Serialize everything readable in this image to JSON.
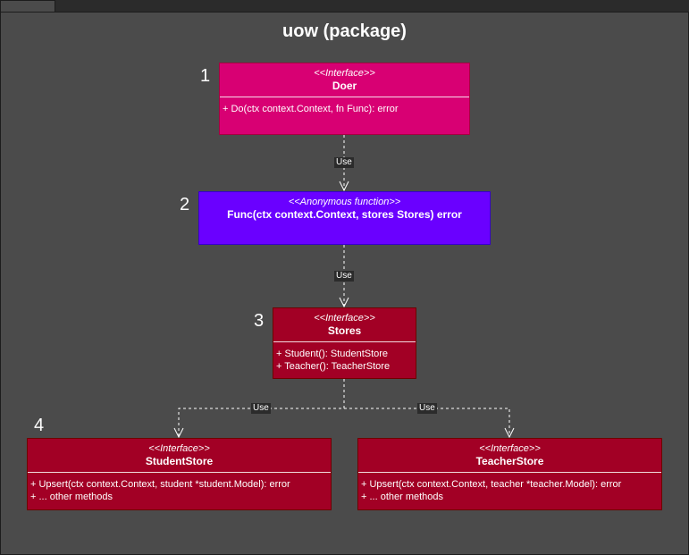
{
  "package": {
    "title": "uow (package)"
  },
  "numbers": [
    "1",
    "2",
    "3",
    "4"
  ],
  "doer": {
    "stereotype": "<<Interface>>",
    "name": "Doer",
    "members": [
      "+ Do(ctx context.Context, fn Func): error"
    ],
    "color": "#d80073"
  },
  "func": {
    "stereotype": "<<Anonymous function>>",
    "name": "Func(ctx context.Context, stores Stores) error",
    "color": "#6a00ff"
  },
  "stores": {
    "stereotype": "<<Interface>>",
    "name": "Stores",
    "members": [
      "+ Student(): StudentStore",
      "+ Teacher(): TeacherStore"
    ],
    "color": "#a20025"
  },
  "student_store": {
    "stereotype": "<<Interface>>",
    "name": "StudentStore",
    "members": [
      "+ Upsert(ctx context.Context, student *student.Model): error",
      "+ ... other methods"
    ],
    "color": "#a20025"
  },
  "teacher_store": {
    "stereotype": "<<Interface>>",
    "name": "TeacherStore",
    "members": [
      "+ Upsert(ctx context.Context, teacher *teacher.Model): error",
      "+ ... other methods"
    ],
    "color": "#a20025"
  },
  "edges": {
    "doer_func": "Use",
    "func_stores": "Use",
    "stores_student": "Use",
    "stores_teacher": "Use"
  }
}
